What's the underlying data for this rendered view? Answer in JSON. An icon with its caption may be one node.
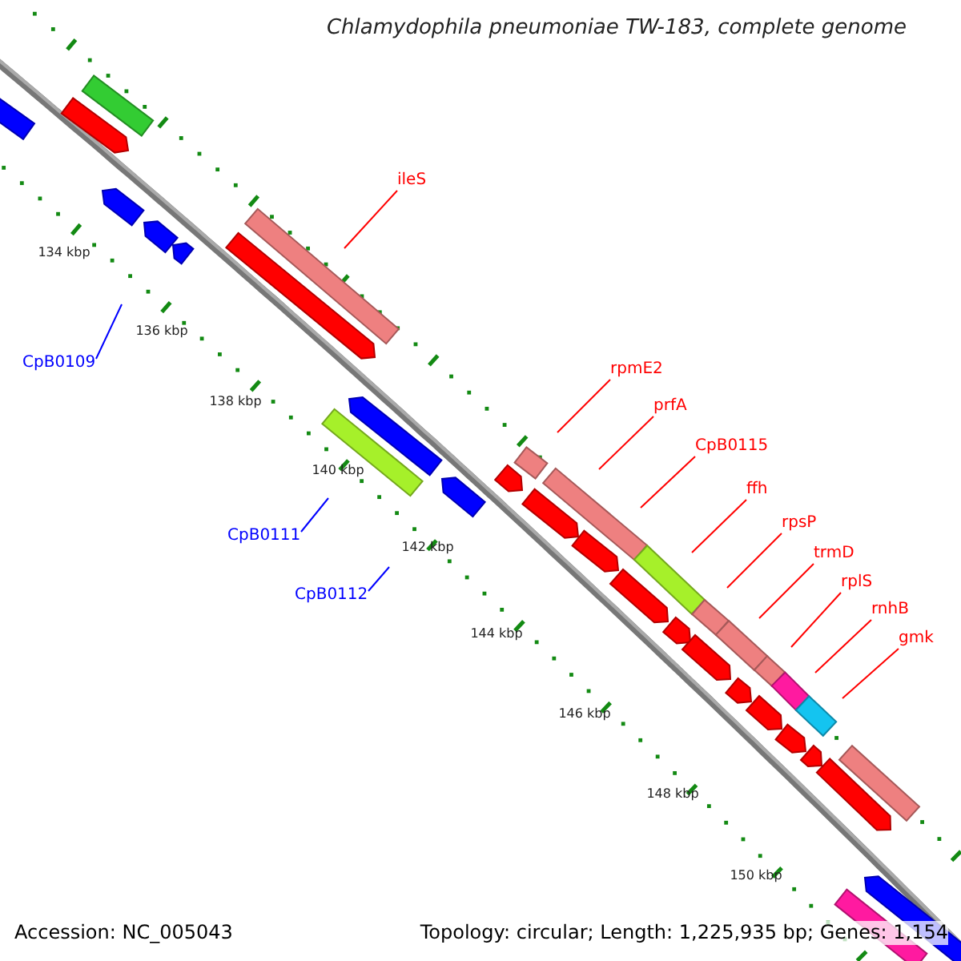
{
  "diagram": {
    "title": "Chlamydophila pneumoniae TW-183, complete genome",
    "nodes": [
      {
        "text": [
          "ileS"
        ]
      },
      {
        "text": [
          "CpB0109"
        ]
      },
      {
        "text": [
          "rpmE2"
        ]
      },
      {
        "text": [
          "prfA"
        ]
      },
      {
        "text": [
          "CpB0115"
        ]
      },
      {
        "text": [
          "ffh"
        ]
      },
      {
        "text": [
          "rpsP"
        ]
      },
      {
        "text": [
          "CpB0111"
        ]
      },
      {
        "text": [
          "trmD"
        ]
      },
      {
        "text": [
          "rplS"
        ]
      },
      {
        "text": [
          "CpB0112"
        ]
      },
      {
        "text": [
          "rnhB"
        ]
      },
      {
        "text": [
          "gmk"
        ]
      }
    ],
    "edges": [
      {
        "from": 0,
        "to": null,
        "arrow": "none"
      },
      {
        "from": 1,
        "to": null,
        "arrow": "none",
        "color": "#0000ff"
      },
      {
        "from": 2,
        "to": null,
        "arrow": "none"
      },
      {
        "from": 3,
        "to": null,
        "arrow": "none"
      },
      {
        "from": 4,
        "to": null,
        "arrow": "none"
      },
      {
        "from": 5,
        "to": null,
        "arrow": "none"
      },
      {
        "from": 6,
        "to": null,
        "arrow": "none"
      },
      {
        "from": 7,
        "to": null,
        "arrow": "none",
        "color": "#0000ff"
      },
      {
        "from": 8,
        "to": null,
        "arrow": "none"
      },
      {
        "from": 9,
        "to": null,
        "arrow": "none"
      },
      {
        "from": 10,
        "to": null,
        "arrow": "none",
        "color": "#0000ff"
      },
      {
        "from": 11,
        "to": null,
        "arrow": "none"
      },
      {
        "from": 12,
        "to": null,
        "arrow": "none"
      }
    ],
    "labels": [
      "134 kbp",
      "136 kbp",
      "138 kbp",
      "140 kbp",
      "142 kbp",
      "144 kbp",
      "146 kbp",
      "148 kbp",
      "150 kbp",
      "Accession: NC_005043",
      "Topology: circular; Length: 1,225,935 bp; Genes: 1,154"
    ]
  }
}
